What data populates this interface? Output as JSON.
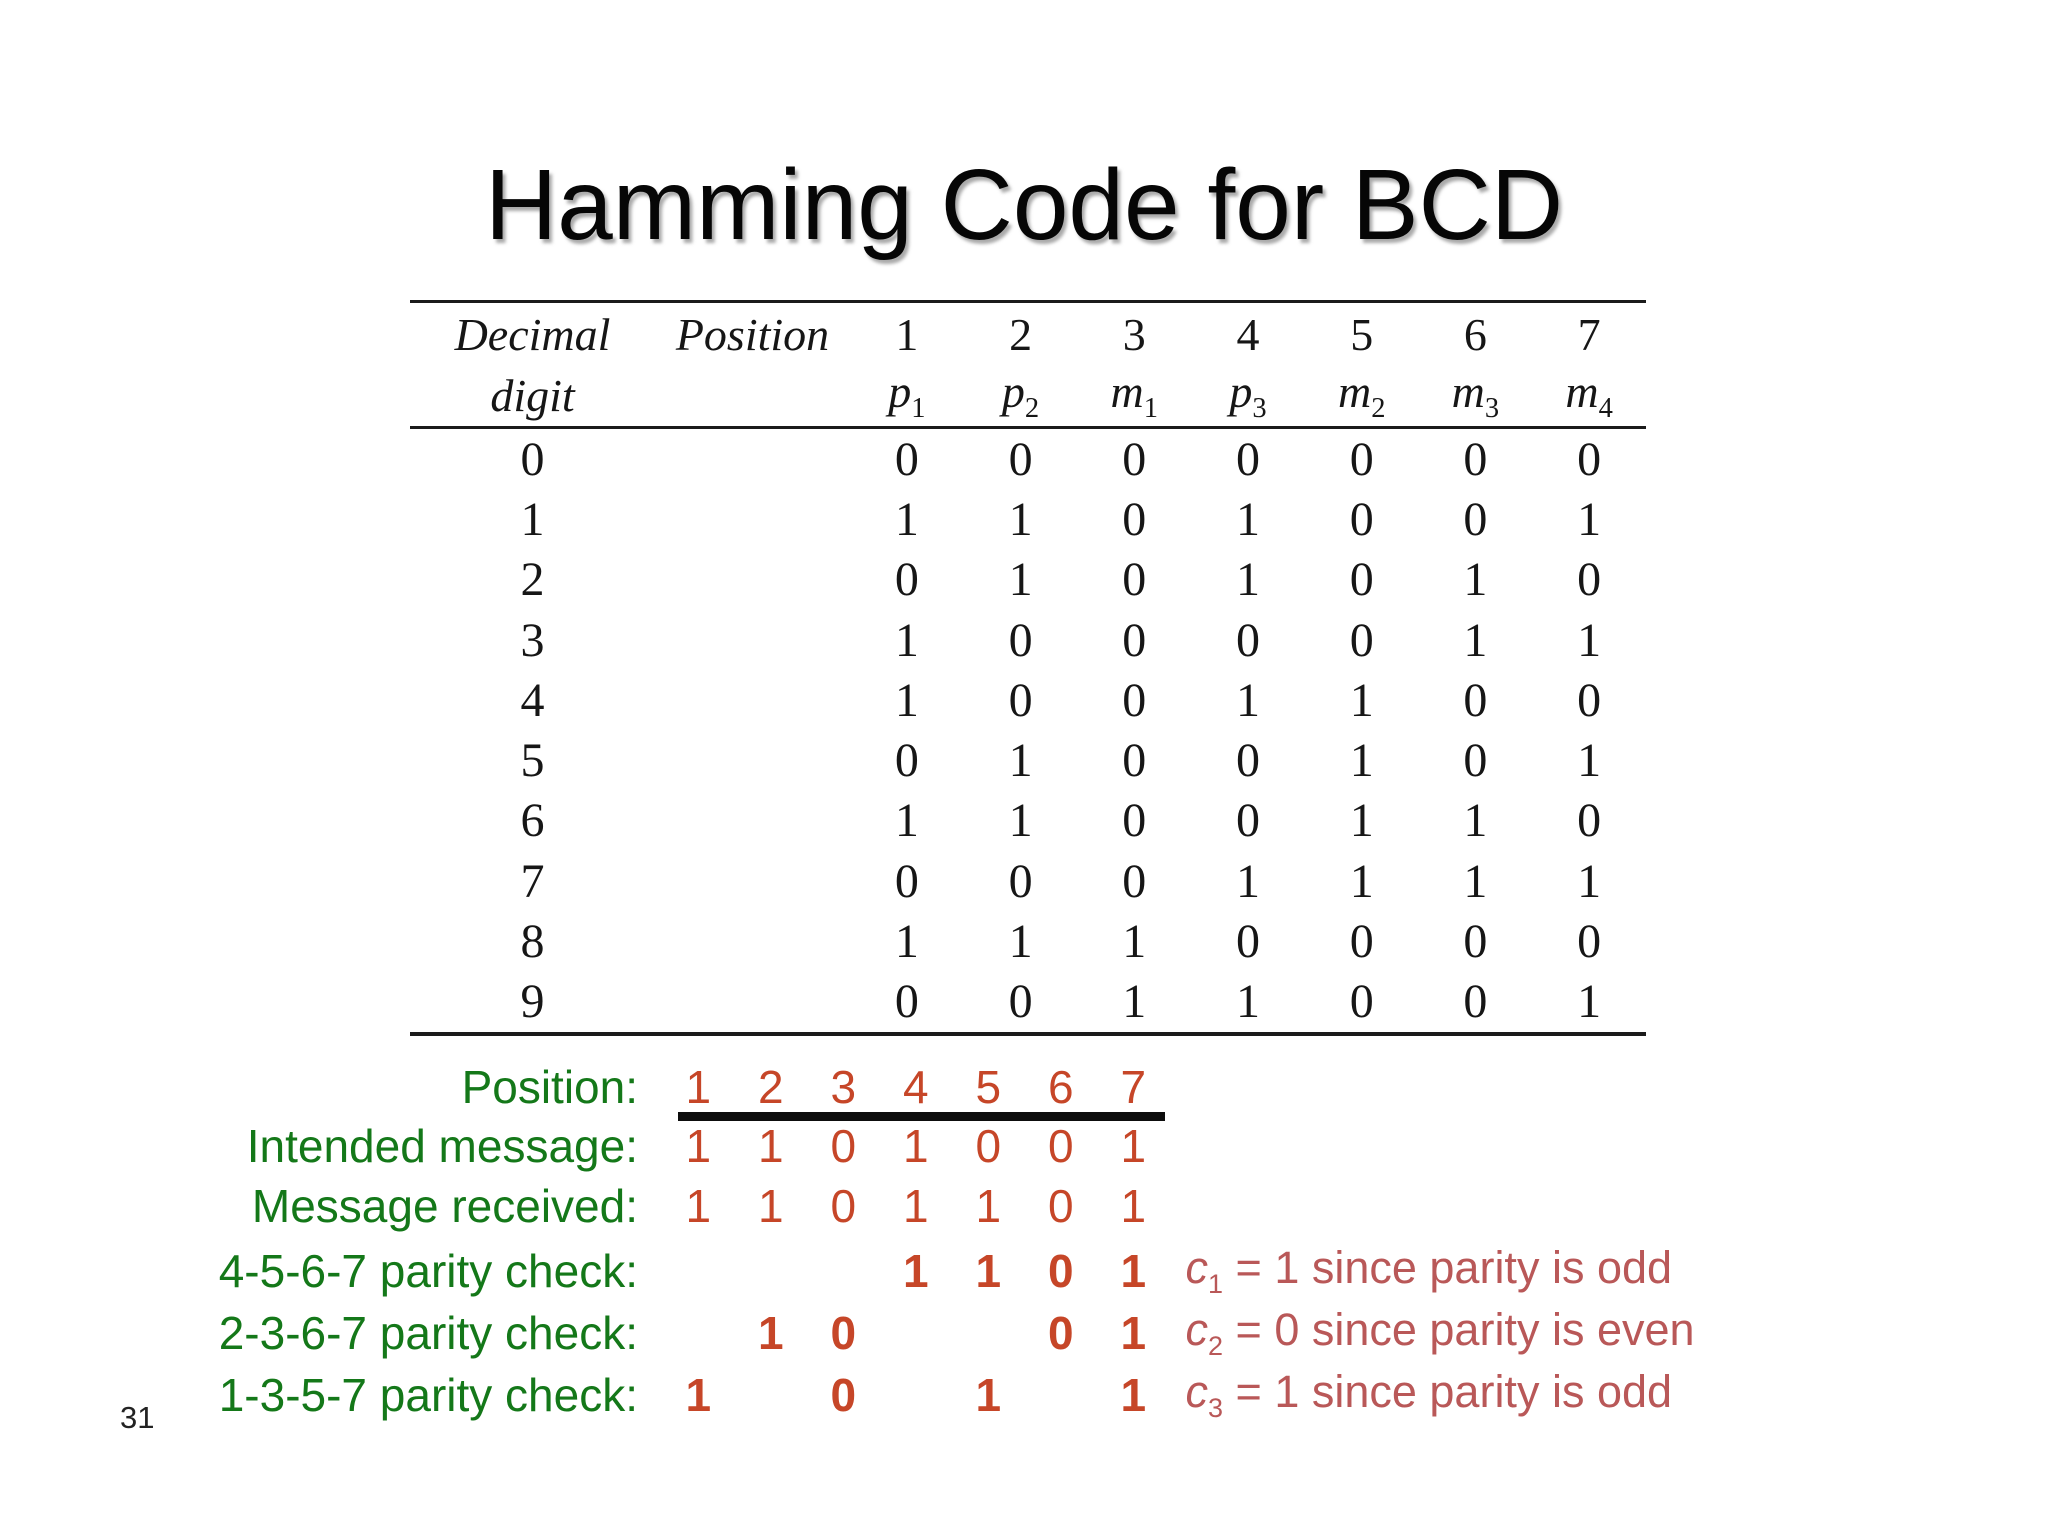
{
  "slide": {
    "title": "Hamming Code for BCD",
    "page_number": "31",
    "colors": {
      "label_green": "#147819",
      "digit_red": "#C64628",
      "note_red": "#B95858",
      "text_black": "#161616"
    }
  },
  "table": {
    "header": {
      "row1_col1": "Decimal",
      "row2_col1": "digit",
      "row1_col2": "Position",
      "positions": [
        "1",
        "2",
        "3",
        "4",
        "5",
        "6",
        "7"
      ],
      "symbols": [
        {
          "base": "p",
          "sub": "1"
        },
        {
          "base": "p",
          "sub": "2"
        },
        {
          "base": "m",
          "sub": "1"
        },
        {
          "base": "p",
          "sub": "3"
        },
        {
          "base": "m",
          "sub": "2"
        },
        {
          "base": "m",
          "sub": "3"
        },
        {
          "base": "m",
          "sub": "4"
        }
      ]
    },
    "rows": [
      {
        "digit": "0",
        "bits": [
          "0",
          "0",
          "0",
          "0",
          "0",
          "0",
          "0"
        ]
      },
      {
        "digit": "1",
        "bits": [
          "1",
          "1",
          "0",
          "1",
          "0",
          "0",
          "1"
        ]
      },
      {
        "digit": "2",
        "bits": [
          "0",
          "1",
          "0",
          "1",
          "0",
          "1",
          "0"
        ]
      },
      {
        "digit": "3",
        "bits": [
          "1",
          "0",
          "0",
          "0",
          "0",
          "1",
          "1"
        ]
      },
      {
        "digit": "4",
        "bits": [
          "1",
          "0",
          "0",
          "1",
          "1",
          "0",
          "0"
        ]
      },
      {
        "digit": "5",
        "bits": [
          "0",
          "1",
          "0",
          "0",
          "1",
          "0",
          "1"
        ]
      },
      {
        "digit": "6",
        "bits": [
          "1",
          "1",
          "0",
          "0",
          "1",
          "1",
          "0"
        ]
      },
      {
        "digit": "7",
        "bits": [
          "0",
          "0",
          "0",
          "1",
          "1",
          "1",
          "1"
        ]
      },
      {
        "digit": "8",
        "bits": [
          "1",
          "1",
          "1",
          "0",
          "0",
          "0",
          "0"
        ]
      },
      {
        "digit": "9",
        "bits": [
          "0",
          "0",
          "1",
          "1",
          "0",
          "0",
          "1"
        ]
      }
    ]
  },
  "worked_example": {
    "rows": [
      {
        "label": "Position:",
        "cells": [
          "1",
          "2",
          "3",
          "4",
          "5",
          "6",
          "7"
        ],
        "bold": false,
        "annotation": null
      },
      {
        "label": "Intended message:",
        "cells": [
          "1",
          "1",
          "0",
          "1",
          "0",
          "0",
          "1"
        ],
        "bold": false,
        "annotation": null
      },
      {
        "label": "Message received:",
        "cells": [
          "1",
          "1",
          "0",
          "1",
          "1",
          "0",
          "1"
        ],
        "bold": false,
        "annotation": null
      },
      {
        "label": "4-5-6-7 parity check:",
        "cells": [
          "",
          "",
          "",
          "1",
          "1",
          "0",
          "1"
        ],
        "bold": true,
        "annotation": {
          "variable": "c",
          "sub": "1",
          "text": "= 1 since parity is odd"
        }
      },
      {
        "label": "2-3-6-7 parity check:",
        "cells": [
          "",
          "1",
          "0",
          "",
          "",
          "0",
          "1"
        ],
        "bold": true,
        "annotation": {
          "variable": "c",
          "sub": "2",
          "text": "= 0 since parity is even"
        }
      },
      {
        "label": "1-3-5-7 parity check:",
        "cells": [
          "1",
          "",
          "0",
          "",
          "1",
          "",
          "1"
        ],
        "bold": true,
        "annotation": {
          "variable": "c",
          "sub": "3",
          "text": "= 1 since parity is odd"
        }
      }
    ]
  }
}
